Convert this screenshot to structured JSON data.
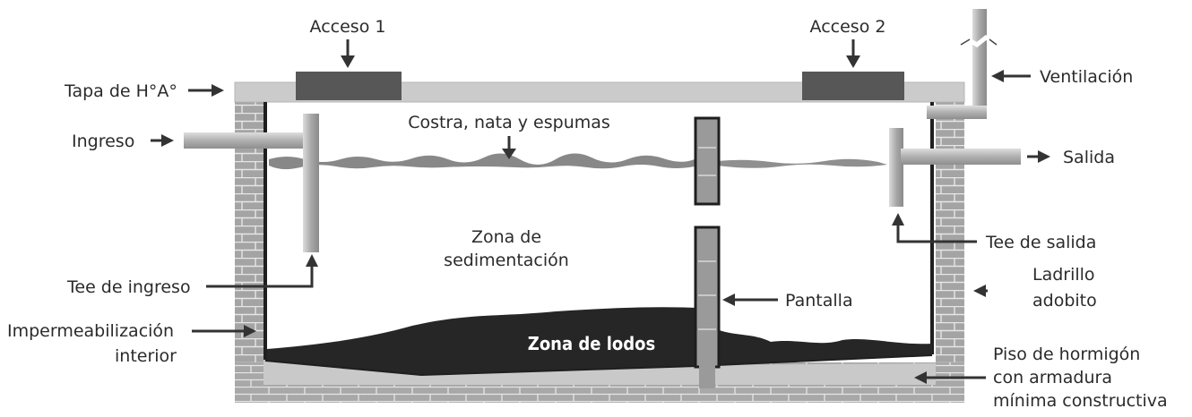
{
  "labels": {
    "acceso1": "Acceso 1",
    "acceso2": "Acceso 2",
    "tapa": "Tapa de H°A°",
    "ventilacion": "Ventilación",
    "ingreso": "Ingreso",
    "costra": "Costra, nata y espumas",
    "salida": "Salida",
    "zona_sed_1": "Zona de",
    "zona_sed_2": "sedimentación",
    "tee_salida": "Tee de salida",
    "tee_ingreso": "Tee de ingreso",
    "ladrillo_1": "Ladrillo",
    "ladrillo_2": "adobito",
    "pantalla": "Pantalla",
    "imper_1": "Impermeabilización",
    "imper_2": "interior",
    "zona_lodos": "Zona de lodos",
    "piso_1": "Piso de hormigón",
    "piso_2": "con armadura",
    "piso_3": "mínima constructiva"
  },
  "colors": {
    "brick": "#9a9a9a",
    "lid": "#c8c8c8",
    "access_cover": "#555555",
    "sludge": "#262626",
    "scum": "#8a8a8a",
    "pipe": "#b5b5b5"
  }
}
